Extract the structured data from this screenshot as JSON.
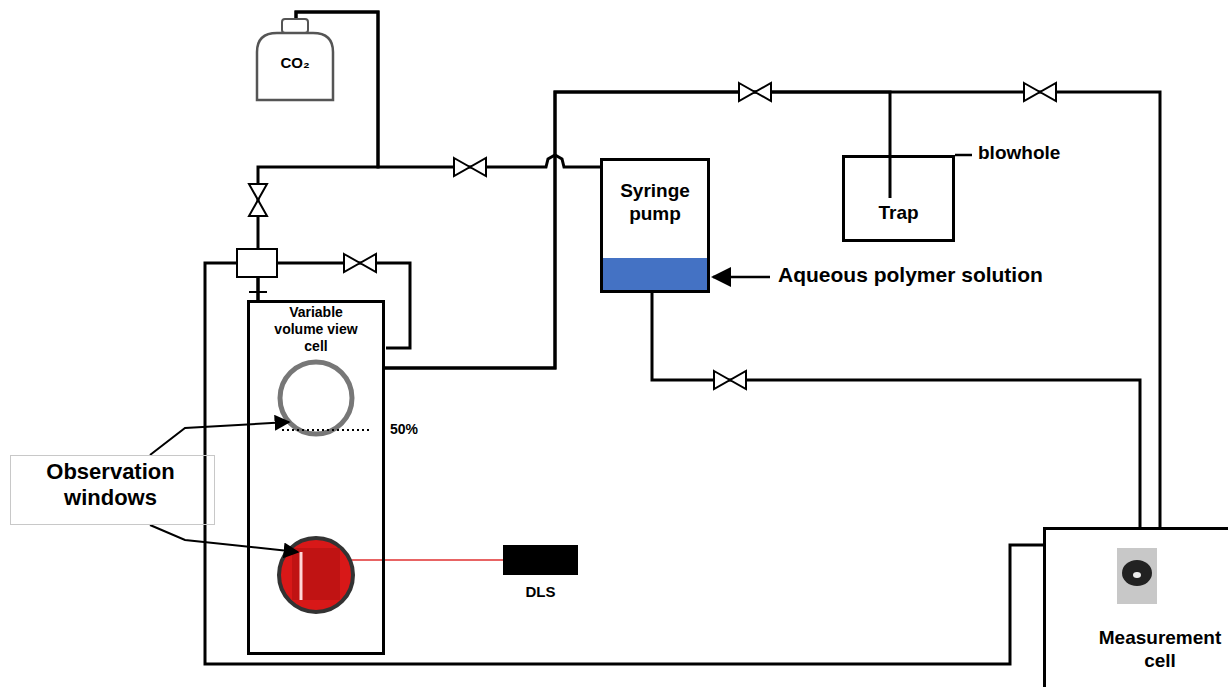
{
  "diagram": {
    "nodes": [
      {
        "text": [
          "CO₂"
        ]
      },
      {
        "text": [
          "Syringe pump"
        ]
      },
      {
        "text": [
          "Trap"
        ]
      },
      {
        "text": [
          "Variable volume view cell"
        ]
      },
      {
        "text": [
          "Observation windows"
        ]
      },
      {
        "text": [
          "DLS"
        ]
      },
      {
        "text": [
          "Measurement cell"
        ]
      }
    ],
    "edges": [
      {
        "from": 0,
        "to": 3,
        "arrow": "none"
      },
      {
        "from": 0,
        "to": 1,
        "arrow": "none"
      },
      {
        "from": 3,
        "to": 2,
        "arrow": "none"
      },
      {
        "from": 3,
        "to": 6,
        "arrow": "none"
      },
      {
        "from": 1,
        "to": 6,
        "arrow": "none"
      },
      {
        "from": 6,
        "to": 3,
        "arrow": "none"
      }
    ],
    "labels": [
      "Aqueous polymer solution",
      "blowhole",
      "50%"
    ]
  }
}
